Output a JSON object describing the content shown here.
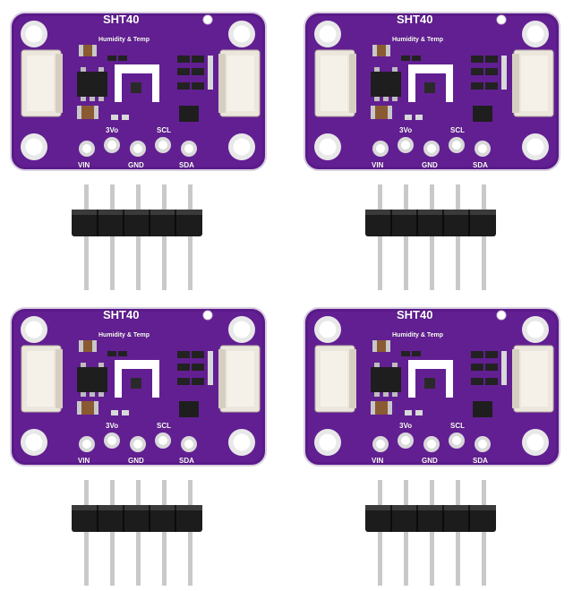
{
  "product": {
    "title": "SHT40",
    "subtitle": "Humidity & Temp",
    "pins": {
      "vin": "VIN",
      "v3vo": "3Vo",
      "gnd": "GND",
      "scl": "SCL",
      "sda": "SDA"
    }
  },
  "colors": {
    "background": "#ffffff",
    "pcb": "#5a1a8a",
    "silkscreen": "#ffffff",
    "connector": "#ece7dd",
    "header_plastic": "#1c1c1c",
    "header_pin": "#c9c9c9"
  },
  "quantity_shown": 4
}
